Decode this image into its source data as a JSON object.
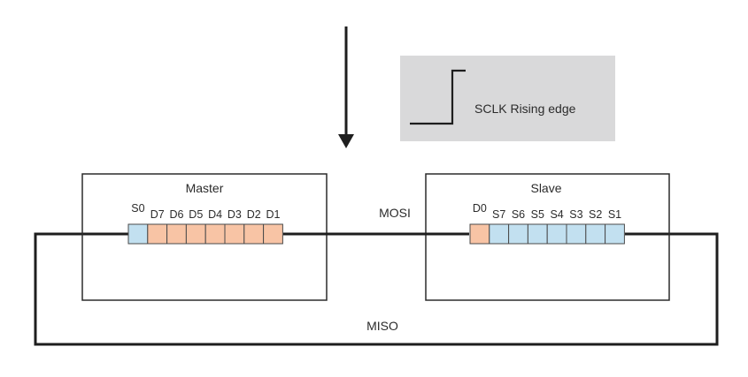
{
  "colors": {
    "line": "#1e1e1e",
    "box_stroke": "#2b2b2b",
    "legend_bg": "#d9d9da",
    "master_cell": "#f8c4a5",
    "slave_cell": "#c2e0f0",
    "cell_stroke": "#4a4a4a"
  },
  "legend": {
    "label": "SCLK Rising edge",
    "icon": "rising-edge-waveform-icon"
  },
  "arrow_icon": "down-arrow-icon",
  "master": {
    "title": "Master",
    "first_cell_label": "S0",
    "first_cell_color": "slave_cell",
    "cell_labels": [
      "D7",
      "D6",
      "D5",
      "D4",
      "D3",
      "D2",
      "D1"
    ],
    "cell_color": "master_cell"
  },
  "slave": {
    "title": "Slave",
    "first_cell_label": "D0",
    "first_cell_color": "master_cell",
    "cell_labels": [
      "S7",
      "S6",
      "S5",
      "S4",
      "S3",
      "S2",
      "S1"
    ],
    "cell_color": "slave_cell"
  },
  "lines": {
    "mosi": "MOSI",
    "miso": "MISO"
  }
}
